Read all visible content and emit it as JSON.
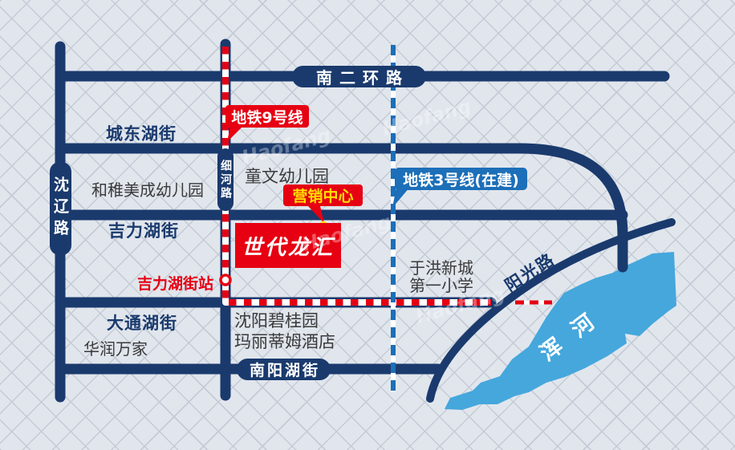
{
  "colors": {
    "navy": "#1a3a6d",
    "red": "#e60012",
    "metro_blue": "#1c6fb8",
    "river_blue": "#45a7dc",
    "yellow": "#ffe100",
    "bg": "#e1e6ed",
    "grid": "#c5cbd5",
    "text_dark": "#3a3a3a"
  },
  "roads": {
    "nanerhuanlu": "南二环路",
    "chengdonghujie": "城东湖街",
    "jilihujie": "吉力湖街",
    "datonghujie": "大通湖街",
    "nanyanghujie": "南阳湖街",
    "shenliaolu": "沈辽路",
    "xihelu": "细河路",
    "yangguanglu": "阳光路"
  },
  "metro": {
    "line9_label": "地铁9号线",
    "line3_label": "地铁3号线(在建)",
    "station_label": "吉力湖街站"
  },
  "pois": {
    "project_name": "世代龙汇",
    "sales_center": "营销中心",
    "kindergarten_hezhimeicheng": "和稚美成幼儿园",
    "kindergarten_tongwen": "童文幼儿园",
    "school_line1": "于洪新城",
    "school_line2": "第一小学",
    "supermarket": "华润万家",
    "hotel_line1": "沈阳碧桂园",
    "hotel_line2": "玛丽蒂姆酒店",
    "river": "浑河"
  },
  "watermark": "Haofang"
}
